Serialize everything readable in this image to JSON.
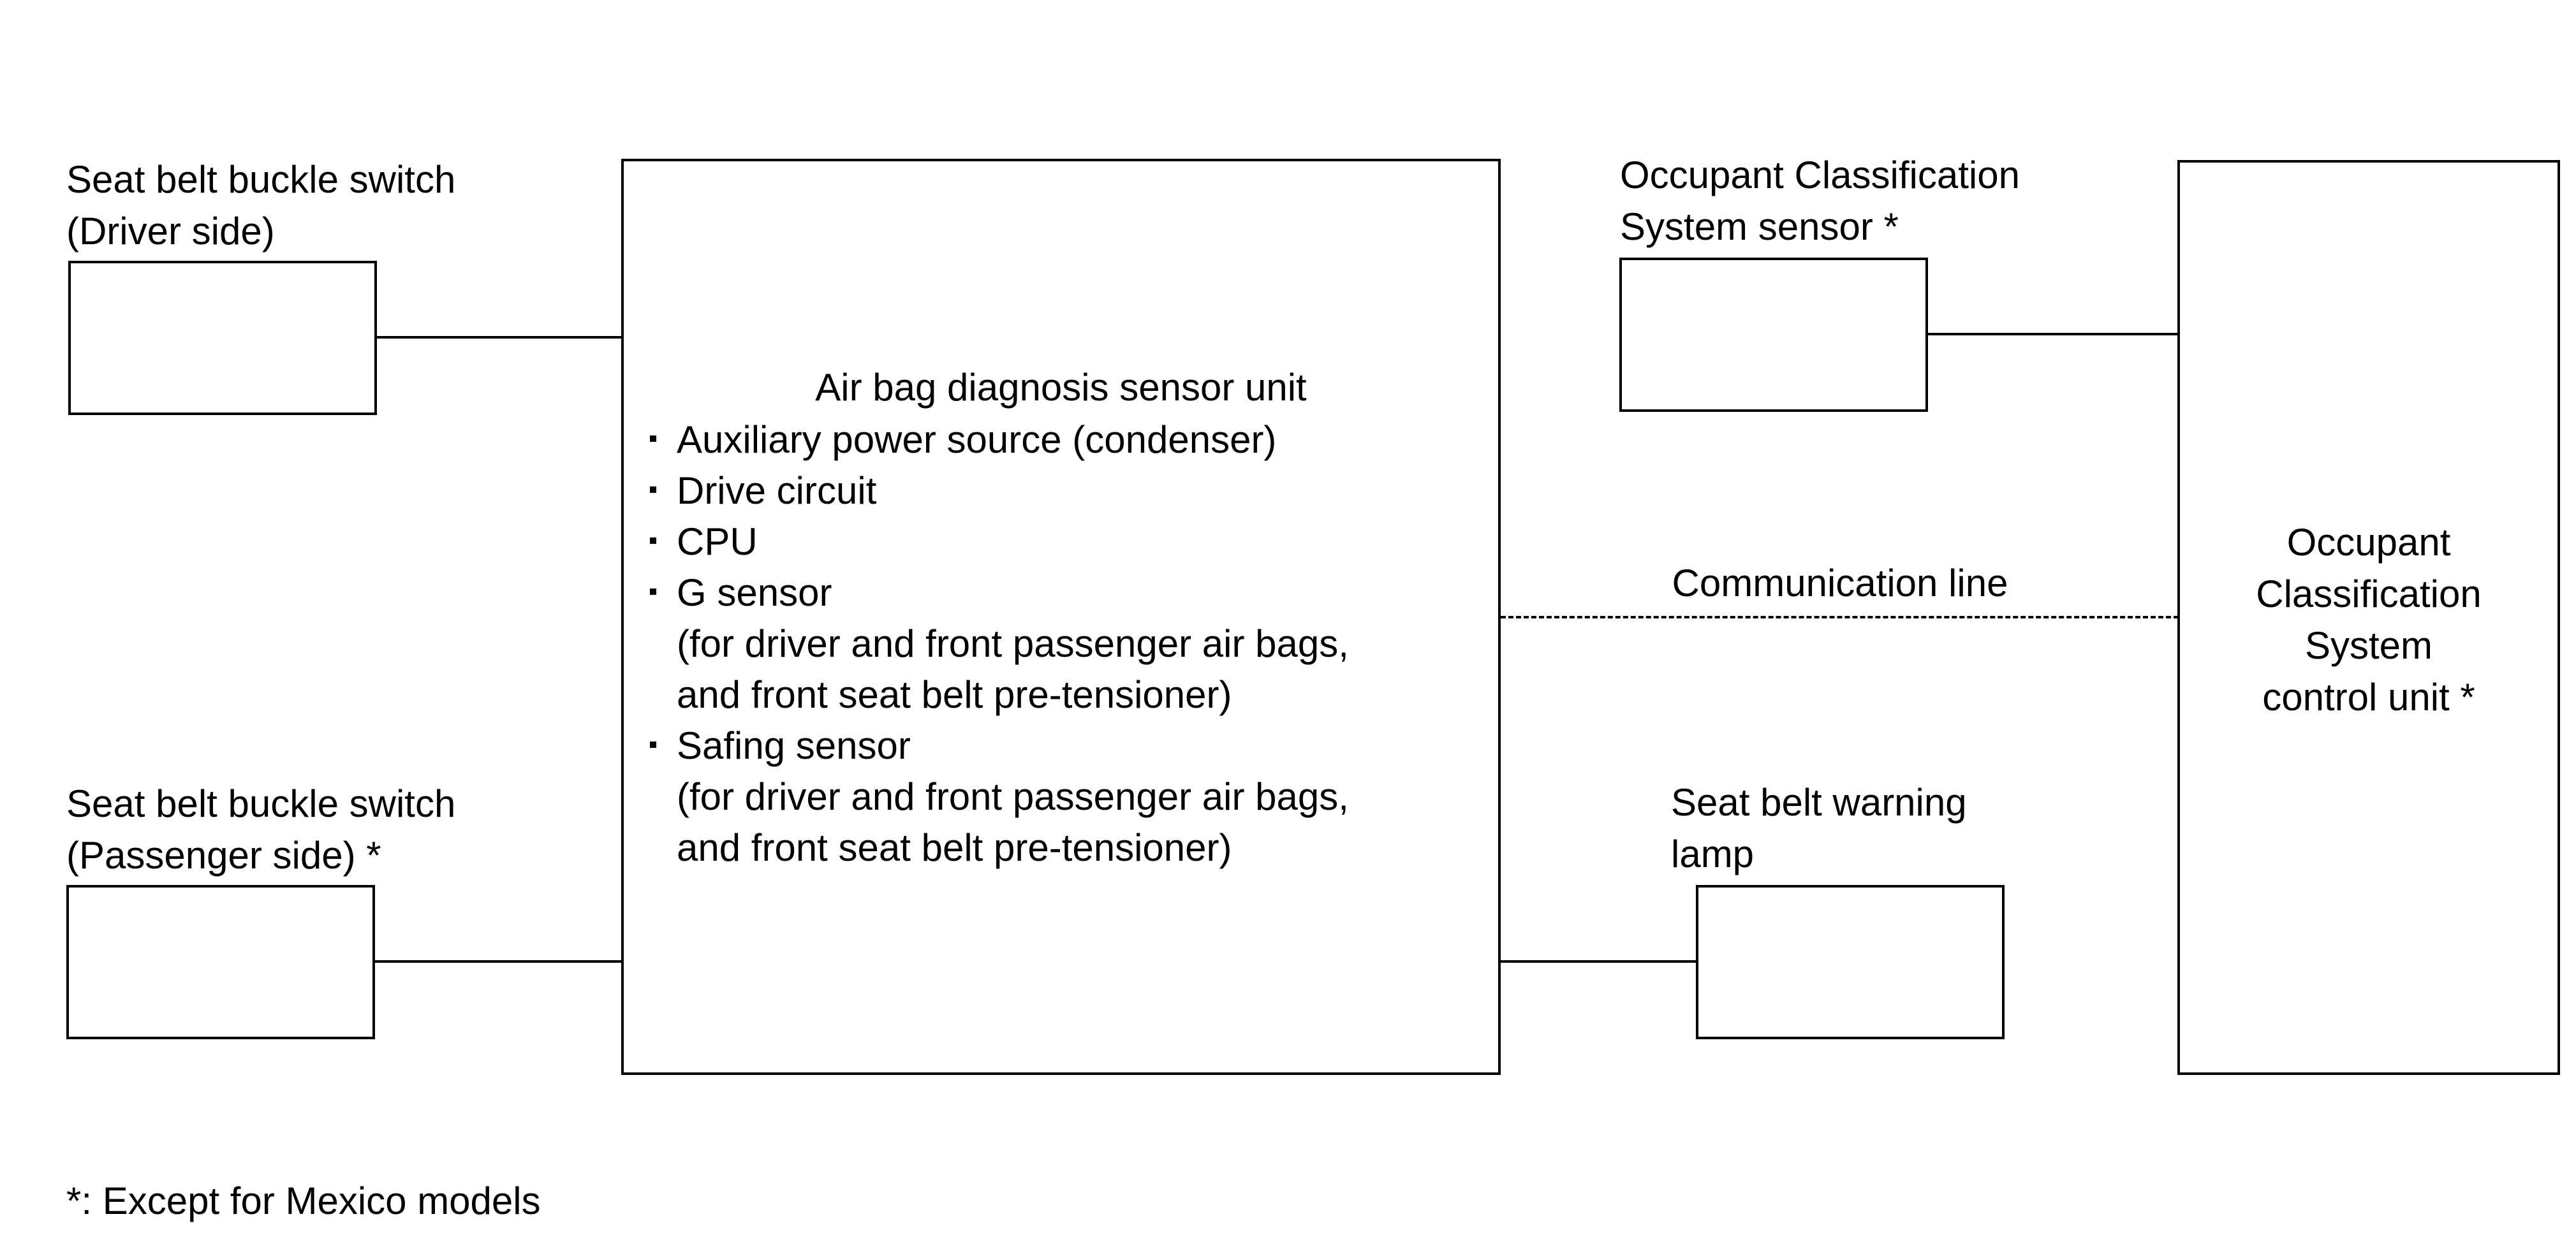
{
  "driver_switch": {
    "label_lines": [
      "Seat belt buckle switch",
      "(Driver side)"
    ]
  },
  "passenger_switch": {
    "label_lines": [
      "Seat belt buckle switch",
      "(Passenger side) *"
    ]
  },
  "airbag_unit": {
    "title": "Air bag diagnosis sensor unit",
    "items": [
      {
        "text": "Auxiliary power source (condenser)",
        "sub": []
      },
      {
        "text": "Drive circuit",
        "sub": []
      },
      {
        "text": "CPU",
        "sub": []
      },
      {
        "text": "G sensor",
        "sub": [
          "(for driver and front passenger air bags,",
          "and front seat belt pre-tensioner)"
        ]
      },
      {
        "text": "Safing sensor",
        "sub": [
          "(for driver and front passenger air bags,",
          "and front seat belt pre-tensioner)"
        ]
      }
    ]
  },
  "ocs_sensor": {
    "label_lines": [
      "Occupant Classification",
      "System sensor *"
    ]
  },
  "communication_line": {
    "label": "Communication line"
  },
  "warning_lamp": {
    "label_lines": [
      "Seat belt warning",
      "lamp"
    ]
  },
  "ocs_control_unit": {
    "label_lines": [
      "Occupant",
      "Classification",
      "System",
      "control unit *"
    ]
  },
  "footnote": "*: Except for Mexico models"
}
